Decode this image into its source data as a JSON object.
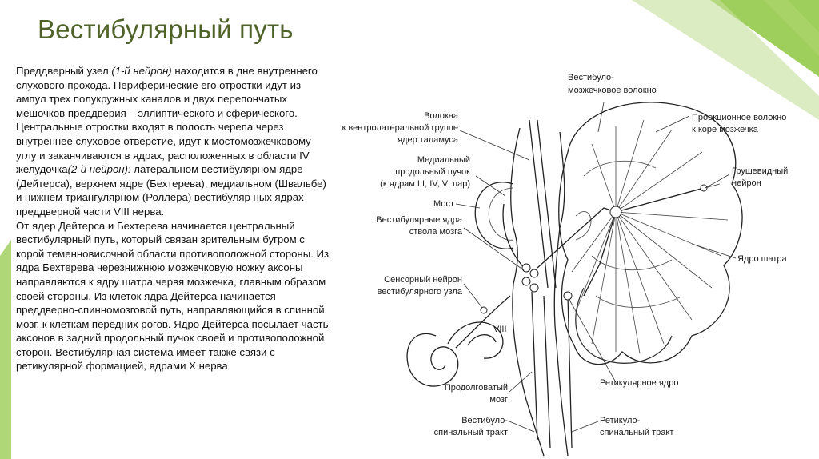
{
  "slide": {
    "title": "Вестибулярный путь",
    "colors": {
      "accent_green": "#8dc63f",
      "accent_green_light": "#c5e09a",
      "title_color": "#4f6228"
    }
  },
  "text": {
    "p1_a": "Преддверный узел ",
    "p1_em1": "(1-й нейрон)",
    "p1_b": " находится в дне внутреннего слухового прохода. Периферические его отростки идут из ампул трех полукружных каналов и двух перепончатых мешочков преддверия – эллиптического и сферического. Центральные отростки входят в полость черепа через внутреннее слуховое отверстие, идут к мостомозжечковому углу и заканчиваются в ядрах, расположенных в области IV желудочка",
    "p1_em2": "(2-й нейрон):",
    "p1_c": " латеральном вестибулярном ядре (Дейтерса), верхнем ядре (Бехтерева), медиальном (Швальбе) и нижнем триангулярном (Роллера) вестибуляр ных ядрах преддверной части VIII нерва.",
    "p2": "От ядер Дейтерса и Бехтерева начинается центральный вестибулярный путь, который связан зрительным бугром с корой теменновисочной области противоположной стороны. Из ядра Бехтерева черезнижнюю мозжечковую ножку аксоны направляются к ядру шатра червя мозжечка, главным образом своей стороны. Из клеток ядра Дейтерса начинается преддверно-спинномозговой путь, направляющийся в спинной мозг, к клеткам передних рогов. Ядро Дейтерса посылает часть аксонов в задний продольный пучок своей и противоположной сторон. Вестибулярная система имеет также связи с ретикулярной формацией, ядрами Х нерва"
  },
  "figure": {
    "labels": {
      "vestibulo_cerebellar_1": "Вестибуло-",
      "vestibulo_cerebellar_2": "мозжечковое волокно",
      "fibers_1": "Волокна",
      "fibers_2": "к вентролатеральной группе",
      "fibers_3": "ядер таламуса",
      "projection_1": "Проекционное волокно",
      "projection_2": "к коре мозжечка",
      "mlf_1": "Медиальный",
      "mlf_2": "продольный пучок",
      "mlf_3": "(к ядрам III, IV, VI пар)",
      "purkinje_1": "Грушевидный",
      "purkinje_2": "нейрон",
      "pons": "Мост",
      "vest_nuclei_1": "Вестибулярные ядра",
      "vest_nuclei_2": "ствола мозга",
      "fastigial": "Ядро шатра",
      "sensory_1": "Сенсорный нейрон",
      "sensory_2": "вестибулярного узла",
      "nerve_viii": "VIII",
      "reticular_nucleus": "Ретикулярное ядро",
      "medulla_1": "Продолговатый",
      "medulla_2": "мозг",
      "vestibulospinal_1": "Вестибуло-",
      "vestibulospinal_2": "спинальный тракт",
      "reticulospinal_1": "Ретикуло-",
      "reticulospinal_2": "спинальный тракт"
    }
  }
}
